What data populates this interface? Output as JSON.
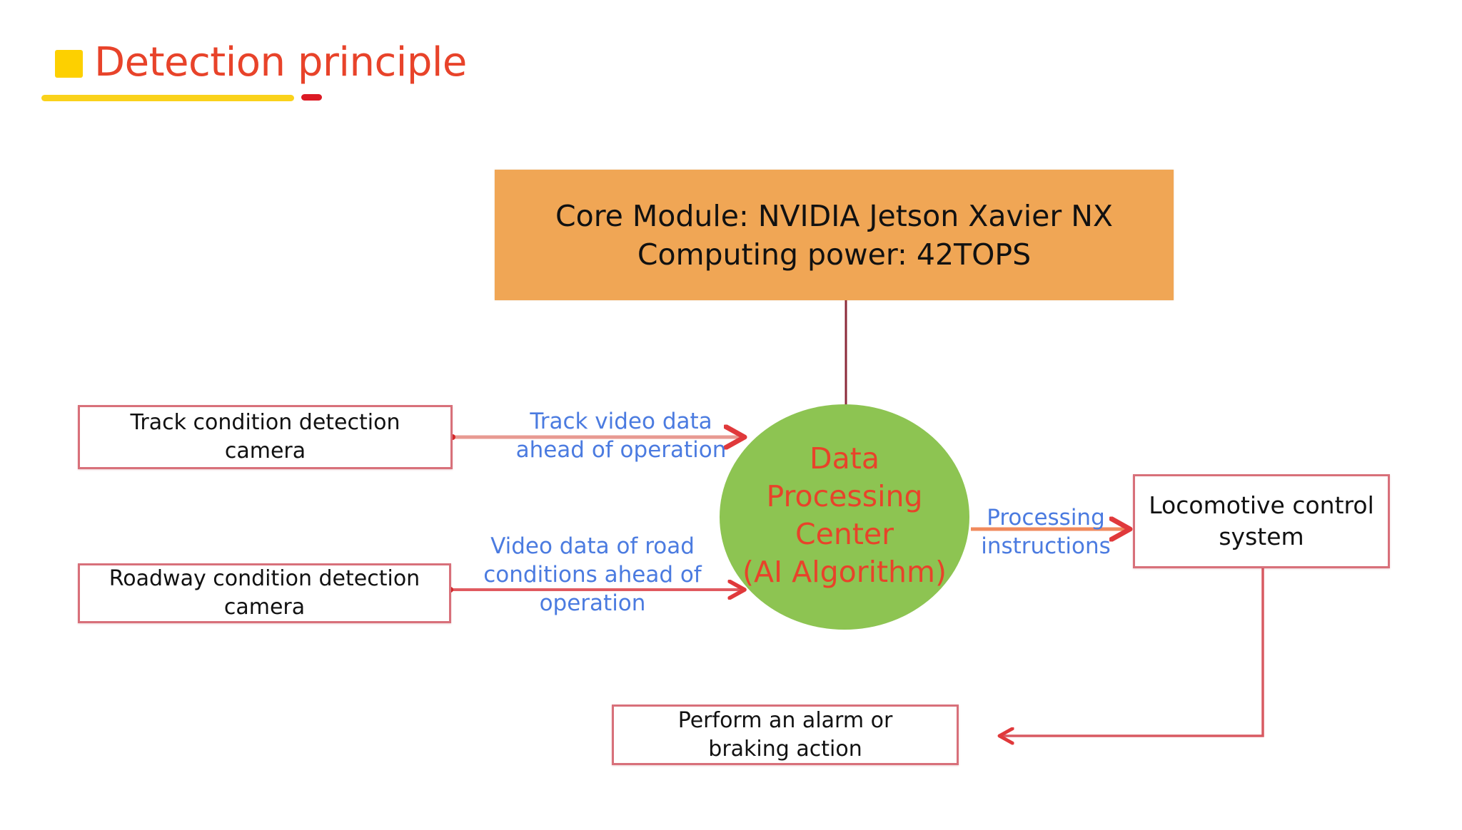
{
  "header": {
    "title": "Detection principle",
    "colors": {
      "title": "#E8432A",
      "square": "#FDD000",
      "underline_primary": "#FAD21B",
      "underline_accent": "#DC1A24"
    }
  },
  "diagram": {
    "core_module": {
      "line1": "Core Module: NVIDIA Jetson Xavier NX",
      "line2": "Computing power: 42TOPS",
      "color": "#F0A655"
    },
    "processing_center": {
      "lines": [
        "Data",
        "Processing",
        "Center",
        "(AI Algorithm)"
      ],
      "fill": "#8DC452",
      "text_color": "#E8432A"
    },
    "inputs": [
      {
        "box_lines": [
          "Track condition detection",
          "camera"
        ],
        "edge_label_lines": [
          "Track video data",
          "ahead of operation"
        ]
      },
      {
        "box_lines": [
          "Roadway condition detection",
          "camera"
        ],
        "edge_label_lines": [
          "Video data of road",
          "conditions ahead of",
          "operation"
        ]
      }
    ],
    "output_edge": {
      "label_lines": [
        "Processing",
        "instructions"
      ]
    },
    "locomotive": {
      "box_lines": [
        "Locomotive control",
        "system"
      ]
    },
    "action": {
      "box_lines": [
        "Perform an alarm or",
        "braking action"
      ]
    },
    "colors": {
      "edge_label": "#4B7BE0",
      "box_border": "#D8707A",
      "arrow": "#E0393B",
      "connector": "#8B2A3A"
    }
  }
}
